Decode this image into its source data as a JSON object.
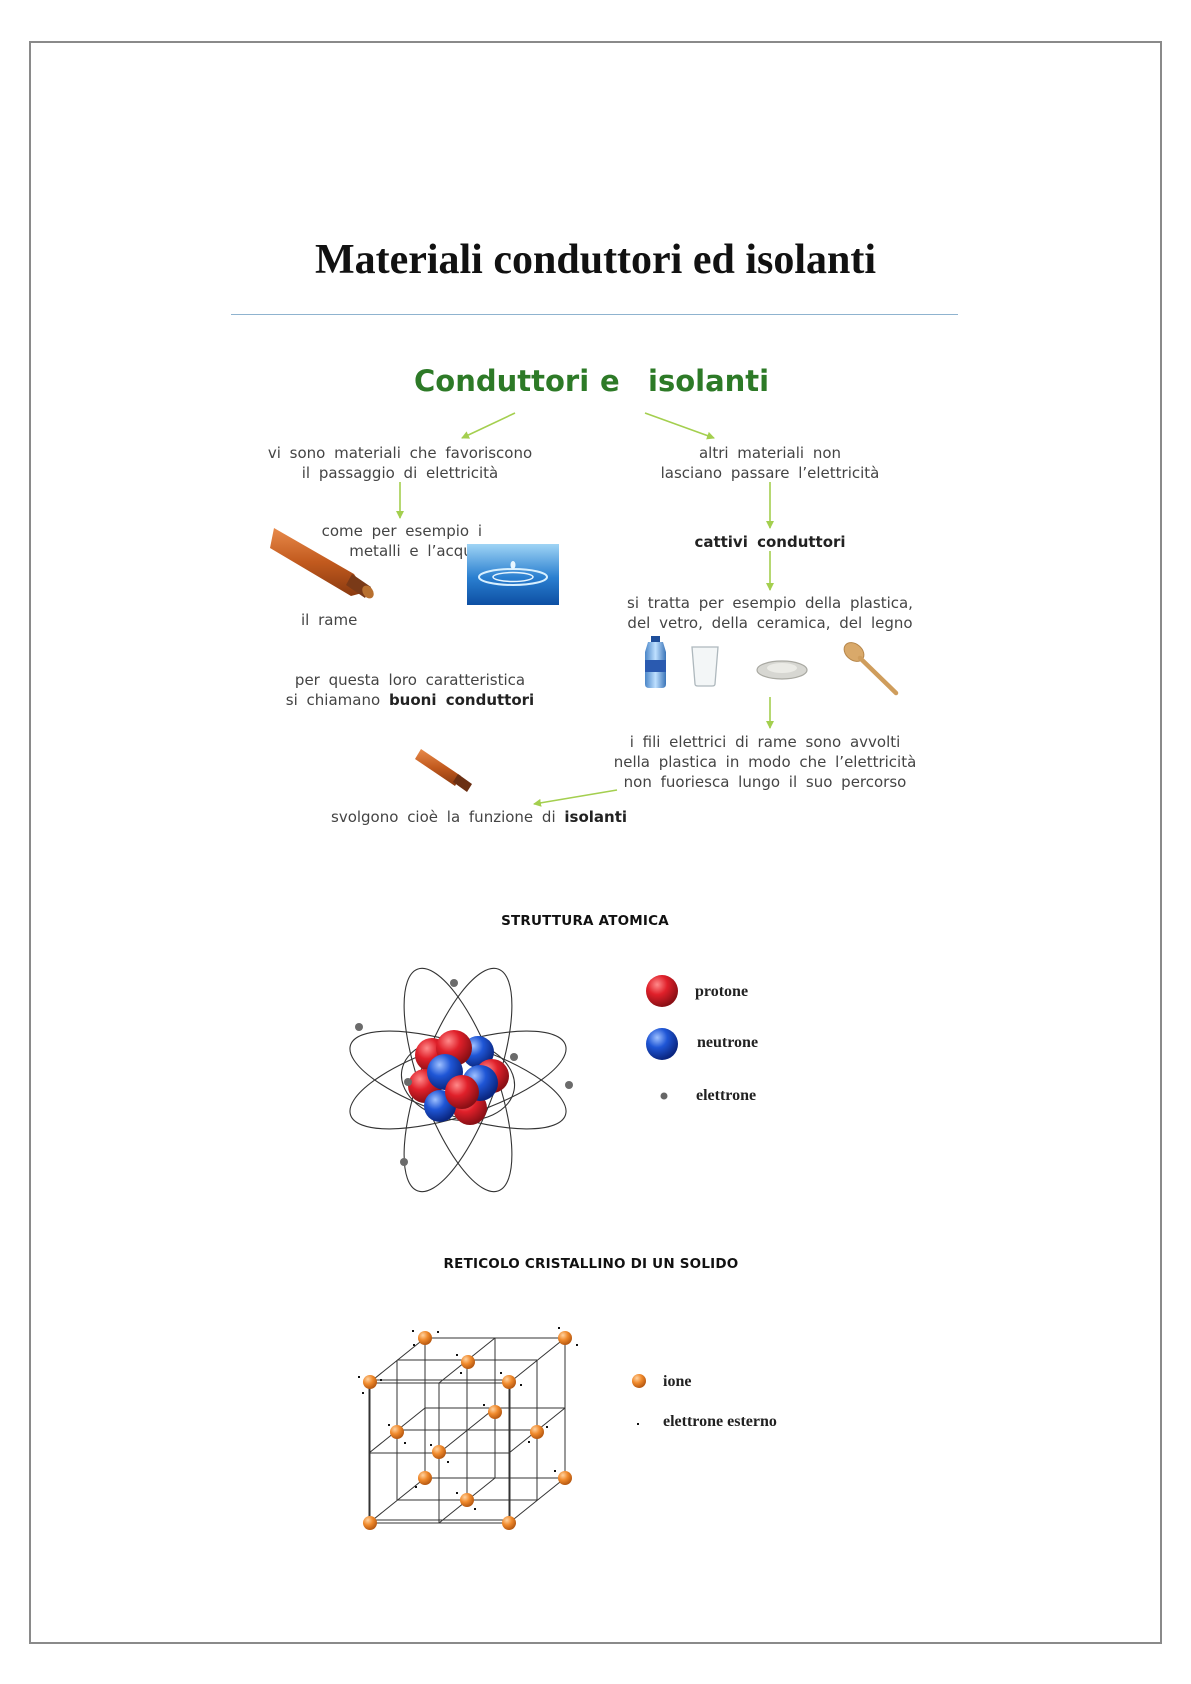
{
  "title": "Materiali conduttori ed isolanti",
  "concept_map": {
    "heading_left": "Conduttori",
    "heading_mid": "e",
    "heading_right": "isolanti",
    "left_intro_1": "vi sono materiali che favoriscono",
    "left_intro_2": "il passaggio di elettricità",
    "left_example_1": "come per esempio i",
    "left_example_2": "metalli e l’acqua",
    "copper_label": "il rame",
    "left_conclusion_1": "per questa loro caratteristica",
    "left_conclusion_2_a": "si chiamano",
    "left_conclusion_2_b": "buoni conduttori",
    "right_intro_1": "altri materiali non",
    "right_intro_2": "lasciano passare l’elettricità",
    "bad_conductors": "cattivi conduttori",
    "right_example_1": "si tratta per esempio della plastica,",
    "right_example_2": "del vetro, della ceramica, del legno",
    "wires_1": "i fili elettrici di rame sono avvolti",
    "wires_2": "nella plastica in modo che l’elettricità",
    "wires_3": "non fuoriesca lungo il suo percorso",
    "insulators_a": "svolgono cioè la funzione di",
    "insulators_b": "isolanti"
  },
  "atomic": {
    "title": "STRUTTURA ATOMICA",
    "legend": [
      "protone",
      "neutrone",
      "elettrone"
    ],
    "colors": {
      "proton": "#d6222b",
      "neutron": "#1f56d6",
      "electron": "#666666"
    }
  },
  "lattice": {
    "title": "RETICOLO CRISTALLINO DI UN SOLIDO",
    "legend": [
      "ione",
      "elettrone esterno"
    ],
    "colors": {
      "ion": "#f08a2c"
    }
  },
  "colors": {
    "map_green": "#2d7a27",
    "arrow_green": "#a4cf4f",
    "rule_blue": "#8fb3cf"
  }
}
